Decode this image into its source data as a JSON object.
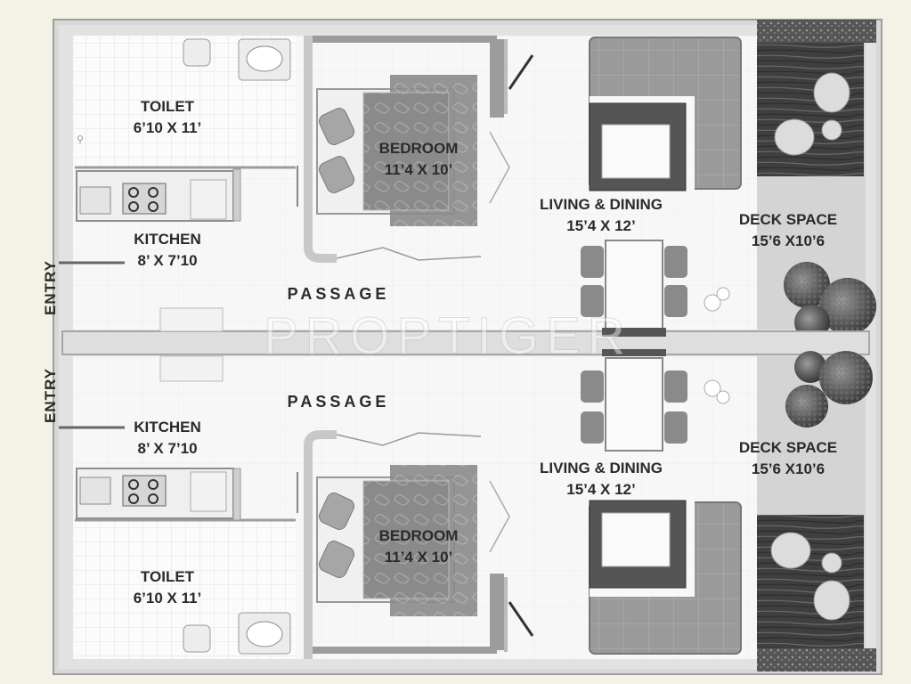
{
  "labels": {
    "toilet_top": {
      "name": "TOILET",
      "size": "6’10 X 11’"
    },
    "kitchen_top": {
      "name": "KITCHEN",
      "size": "8’ X 7’10"
    },
    "bedroom_top": {
      "name": "BEDROOM",
      "size": "11’4 X 10’"
    },
    "living_top": {
      "name": "LIVING & DINING",
      "size": "15’4 X 12’"
    },
    "deck_top": {
      "name": "DECK SPACE",
      "size": "15’6 X10’6"
    },
    "passage_top": "PASSAGE",
    "entry_top": "ENTRY",
    "toilet_bottom": {
      "name": "TOILET",
      "size": "6’10 X 11’"
    },
    "kitchen_bottom": {
      "name": "KITCHEN",
      "size": "8’ X 7’10"
    },
    "bedroom_bottom": {
      "name": "BEDROOM",
      "size": "11’4 X 10’"
    },
    "living_bottom": {
      "name": "LIVING & DINING",
      "size": "15’4 X 12’"
    },
    "deck_bottom": {
      "name": "DECK SPACE",
      "size": "15’6 X10’6"
    },
    "passage_bottom": "PASSAGE",
    "entry_bottom": "ENTRY"
  },
  "watermark": "PROPTIGER",
  "colors": {
    "background": "#f4f2e6",
    "wall": "#dcdcdc",
    "wall_edge": "#9c9c9c",
    "floor": "#f8f8f8",
    "tile_line": "#e2e2e2",
    "furniture": "#8e8e8e",
    "furniture_dark": "#5a5a5a",
    "deck_wood": "#4a4a4a",
    "label": "#2a2a2a"
  }
}
